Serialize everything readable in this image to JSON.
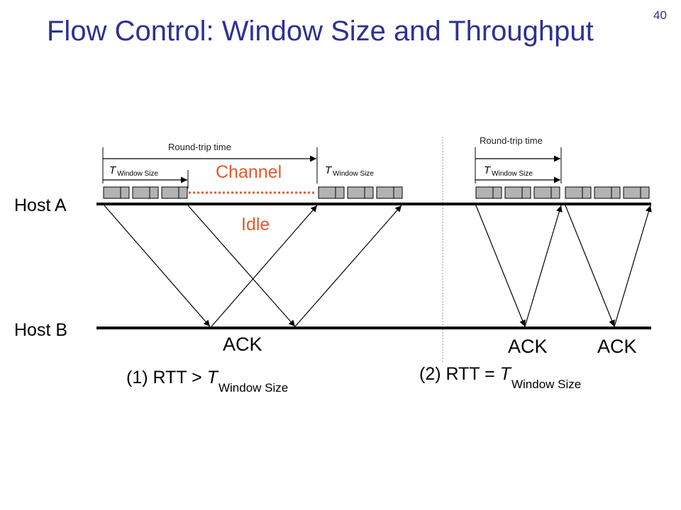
{
  "slide": {
    "number": "40",
    "title": "Flow Control: Window Size and Throughput"
  },
  "hosts": {
    "a": "Host A",
    "b": "Host B"
  },
  "labels": {
    "rtt": "Round-trip time",
    "t_symbol": "T",
    "window_size": "Window Size",
    "channel": "Channel",
    "idle": "Idle",
    "ack": "ACK"
  },
  "captions": {
    "case1_prefix": "(1) RTT > ",
    "case2_prefix": "(2) RTT = ",
    "t_symbol": "T",
    "window_size": "Window Size"
  },
  "colors": {
    "title": "#2e3192",
    "accent_red": "#e8572a",
    "packet_fill": "#b3b3b3"
  }
}
